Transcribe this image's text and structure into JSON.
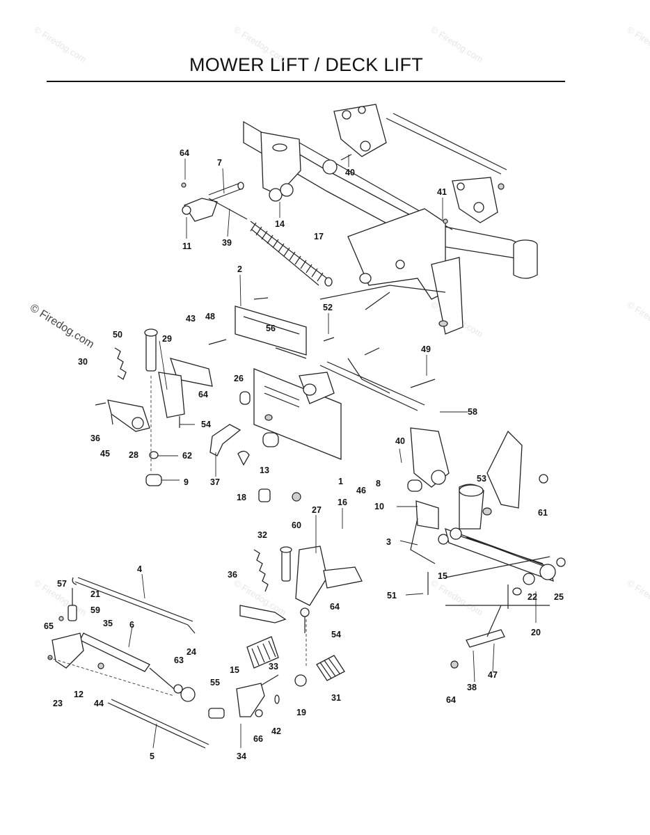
{
  "title": "MOWER LIFT / DECK LIFT",
  "watermark": "© Firedog.com",
  "part_labels": [
    "64",
    "7",
    "40",
    "41",
    "14",
    "11",
    "39",
    "17",
    "2",
    "52",
    "43",
    "48",
    "56",
    "50",
    "29",
    "30",
    "64",
    "26",
    "49",
    "58",
    "36",
    "45",
    "28",
    "54",
    "62",
    "37",
    "13",
    "40",
    "9",
    "1",
    "53",
    "8",
    "18",
    "60",
    "10",
    "61",
    "32",
    "16",
    "46",
    "27",
    "3",
    "15",
    "4",
    "36",
    "64",
    "22",
    "25",
    "57",
    "21",
    "51",
    "59",
    "35",
    "65",
    "6",
    "54",
    "20",
    "33",
    "63",
    "24",
    "31",
    "15",
    "47",
    "12",
    "23",
    "44",
    "55",
    "19",
    "64",
    "38",
    "42",
    "66",
    "5",
    "34"
  ]
}
